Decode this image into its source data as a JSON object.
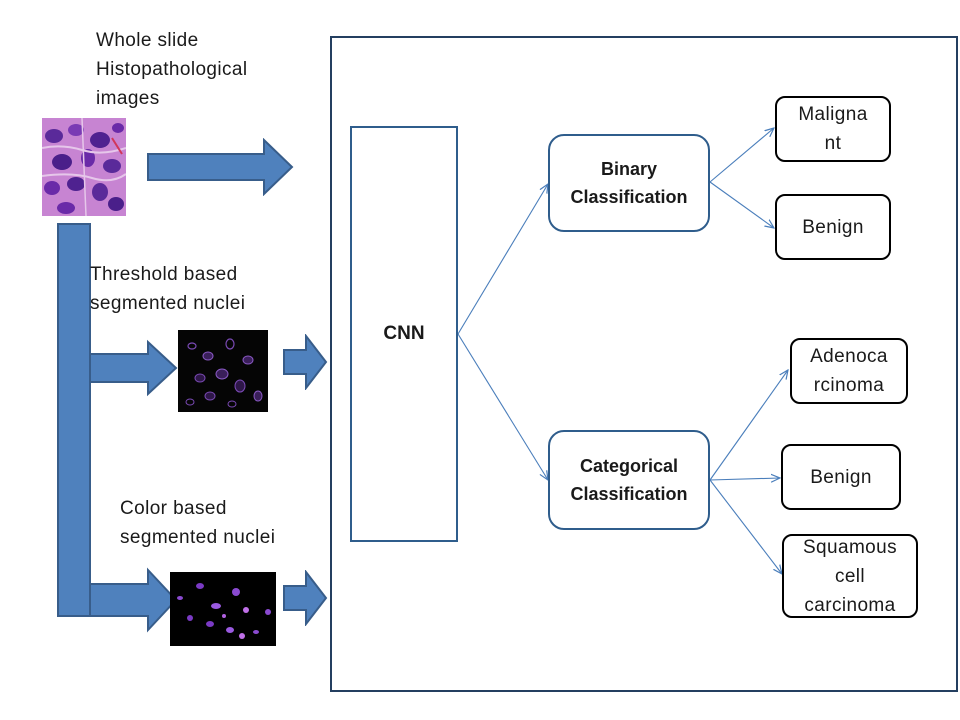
{
  "inputs": {
    "whole_slide_lines": [
      "Whole slide",
      "Histopathological",
      "images"
    ],
    "threshold_lines": [
      "Threshold based",
      "segmented nuclei"
    ],
    "color_lines": [
      "Color based",
      "segmented nuclei"
    ]
  },
  "cnn": {
    "label": "CNN"
  },
  "classifiers": {
    "binary_lines": [
      "Binary",
      "Classification"
    ],
    "categorical_lines": [
      "Categorical",
      "Classification"
    ]
  },
  "outputs": {
    "malignant_lines": [
      "Maligna",
      "nt"
    ],
    "benign_binary": "Benign",
    "adenocarcinoma_lines": [
      "Adenoca",
      "rcinoma"
    ],
    "benign_categorical": "Benign",
    "squamous_lines": [
      "Squamous",
      "cell",
      "carcinoma"
    ]
  },
  "colors": {
    "arrow_fill": "#4f81bd",
    "arrow_stroke": "#385d8a",
    "connector": "#4a7ebb",
    "frame": "#243f60",
    "tissue_pink": "#c77ad0",
    "nuclei_purple": "#6a2aa8"
  },
  "icons": {
    "slide_image": "histopathology-slide-image",
    "threshold_image": "threshold-segmented-nuclei-image",
    "color_image": "color-segmented-nuclei-image"
  }
}
